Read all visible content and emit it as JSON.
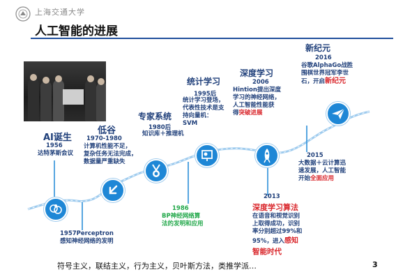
{
  "header": {
    "logo_text": "上海交通大学",
    "title": "人工智能的进展"
  },
  "milestones": {
    "ai_birth": {
      "title": "AI诞生",
      "year": "1956",
      "desc": "达特茅斯会议"
    },
    "low_period": {
      "title": "低谷",
      "year": "1970-1980",
      "lines": [
        "计算机性能不足，",
        "复杂任务无法完成，",
        "数据量严重缺失"
      ]
    },
    "expert_system": {
      "title": "专家系统",
      "year": "1980后",
      "desc": "知识库＋推理机"
    },
    "statistical_learning": {
      "title": "统计学习",
      "year": "1995后",
      "lines": [
        "统计学习登场，",
        "代表性技术是支",
        "持向量机：",
        "SVM"
      ]
    },
    "deep_learning": {
      "title": "深度学习",
      "year": "2006",
      "lines": [
        "Hintion提出深度",
        "学习的神经网络，",
        "人工智能性能获"
      ],
      "last_prefix": "得",
      "last_highlight": "突破进展"
    },
    "new_era": {
      "title": "新纪元",
      "year": "2016",
      "lines": [
        "谷歌AlphaGo战胜",
        "围棋世界冠军李世"
      ],
      "last_prefix": "石，开启",
      "last_highlight": "新纪元"
    },
    "bigdata_2015": {
      "year": "2015",
      "lines": [
        "大数据＋云计算迅",
        "速发展，人工智能"
      ],
      "last_prefix": "开始",
      "last_highlight": "全面应用"
    },
    "deep_algo_2013": {
      "year": "2013",
      "title": "深度学习算法",
      "lines": [
        "在语音和视觉识别",
        "上取得成功，识别",
        "率分别超过99%和"
      ],
      "last_prefix": "95%，进入",
      "last_highlight": "感知",
      "final": "智能时代"
    },
    "bp_1986": {
      "year": "1986",
      "lines": [
        "BP神经网络算",
        "法的发明和应用"
      ]
    },
    "perceptron_1957": {
      "title": "1957Perceptron",
      "desc": "感知神经网络的发明"
    }
  },
  "footer": "符号主义，联结主义，行为主义，贝叶斯方法，类推学派…",
  "page_number": "3",
  "colors": {
    "navy": "#1f3f7a",
    "accent_blue": "#1e87d6",
    "light_blue": "#9ecbee",
    "red": "#d9262b",
    "green": "#22a84a"
  },
  "icons": [
    "university-seal-icon",
    "brain-icon",
    "down-arrow-icon",
    "medal-icon",
    "presentation-chart-icon",
    "rocket-icon",
    "paper-plane-icon"
  ]
}
